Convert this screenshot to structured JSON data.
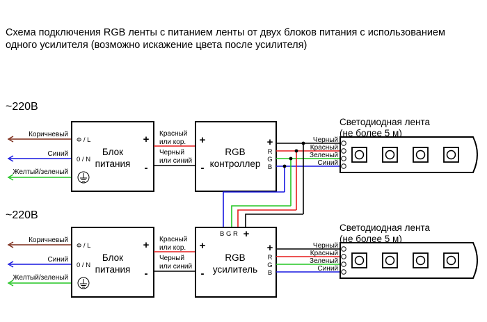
{
  "title_line1": "Схема подключения RGB ленты с питанием ленты от двух блоков питания с использованием",
  "title_line2": "одного усилителя (возможно искажение цвета после усилителя)",
  "top": {
    "mains": "~220В",
    "psu": {
      "line1": "Блок",
      "line2": "питания",
      "phase": "Ф / L",
      "neutral": "0 / N",
      "plus": "+",
      "minus": "-"
    },
    "inputs": [
      "Коричневый",
      "Синий",
      "Желтый/зеленый"
    ],
    "psu_out": [
      "Красный",
      "или кор.",
      "Черный",
      "или синий"
    ],
    "unit": {
      "line1": "RGB",
      "line2": "контроллер",
      "plus": "+",
      "minus": "-",
      "r": "R",
      "g": "G",
      "b": "B"
    },
    "wires": [
      "Черный",
      "Красный",
      "Зеленый",
      "Синий"
    ],
    "strip": {
      "line1": "Светодиодная лента",
      "line2": "(не более 5 м)"
    }
  },
  "bottom": {
    "mains": "~220В",
    "psu": {
      "line1": "Блок",
      "line2": "питания",
      "phase": "Ф / L",
      "neutral": "0 / N",
      "plus": "+",
      "minus": "-"
    },
    "inputs": [
      "Коричневый",
      "Синий",
      "Желтый/зеленый"
    ],
    "psu_out": [
      "Красный",
      "или кор.",
      "Черный",
      "или синий"
    ],
    "unit": {
      "line1": "RGB",
      "line2": "усилитель",
      "plus": "+",
      "minus": "-",
      "r": "R",
      "g": "G",
      "b": "B",
      "top_inputs": "B G R",
      "top_plus": "+"
    },
    "wires": [
      "Черный",
      "Красный",
      "Зеленый",
      "Синий"
    ],
    "strip": {
      "line1": "Светодиодная лента",
      "line2": "(не более 5 м)"
    }
  },
  "colors": {
    "brown": "#7b2a17",
    "blue": "#1616e0",
    "green": "#22c522",
    "red": "#e61b1b",
    "black": "#000000"
  }
}
